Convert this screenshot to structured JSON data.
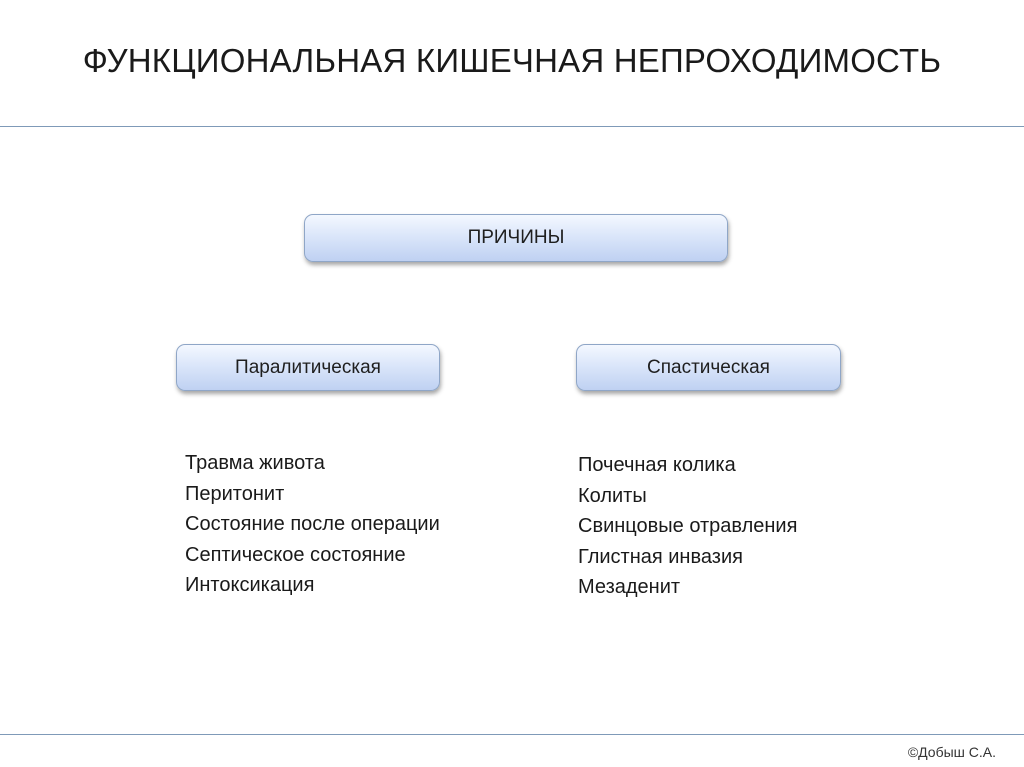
{
  "title": "ФУНКЦИОНАЛЬНАЯ КИШЕЧНАЯ НЕПРОХОДИМОСТЬ",
  "diagram": {
    "root": "ПРИЧИНЫ",
    "branches": [
      {
        "label": "Паралитическая",
        "items": [
          "Травма живота",
          "Перитонит",
          "Состояние после операции",
          "Септическое состояние",
          "Интоксикация"
        ]
      },
      {
        "label": "Спастическая",
        "items": [
          "Почечная колика",
          "Колиты",
          "Свинцовые отравления",
          "Глистная инвазия",
          "Мезаденит"
        ]
      }
    ]
  },
  "footer": "©Добыш С.А.",
  "colors": {
    "box_border": "#8fa6c7",
    "box_fill_top": "#f4f8ff",
    "box_fill_bottom": "#bfd1f2",
    "rule": "#7f9ab8"
  }
}
